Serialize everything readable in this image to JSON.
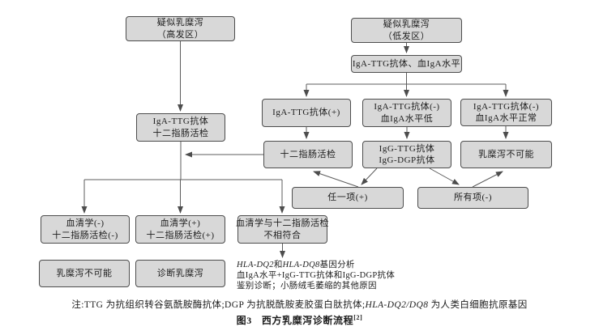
{
  "nodes": {
    "suspected_high": {
      "lines": [
        "疑似乳糜泻",
        "（高发区）"
      ]
    },
    "suspected_low": {
      "lines": [
        "疑似乳糜泻",
        "（低发区）"
      ]
    },
    "iga_test": {
      "lines": [
        "IgA-TTG抗体、血IgA水平"
      ]
    },
    "ttg_pos": {
      "lines": [
        "IgA-TTG抗体(+)"
      ]
    },
    "ttg_neg_low": {
      "lines": [
        "IgA-TTG抗体(-)",
        "血IgA水平低"
      ]
    },
    "ttg_neg_normal": {
      "lines": [
        "IgA-TTG抗体(-)",
        "血IgA水平正常"
      ]
    },
    "combined_test": {
      "lines": [
        "IgA-TTG抗体",
        "十二指肠活检"
      ]
    },
    "duodenal_biopsy": {
      "lines": [
        "十二指肠活检"
      ]
    },
    "igg_tests": {
      "lines": [
        "IgG-TTG抗体",
        "IgG-DGP抗体"
      ]
    },
    "cd_not_possible_right": {
      "lines": [
        "乳糜泻不可能"
      ]
    },
    "any_positive": {
      "lines": [
        "任一项(+)"
      ]
    },
    "all_negative": {
      "lines": [
        "所有项(-)"
      ]
    },
    "sero_neg_biopsy_neg": {
      "lines": [
        "血清学(-)",
        "十二指肠活检(-)"
      ]
    },
    "sero_pos_biopsy_pos": {
      "lines": [
        "血清学(+)",
        "十二指肠活检(+)"
      ]
    },
    "sero_biopsy_mismatch": {
      "lines": [
        "血清学与十二指肠活检",
        "不相符合"
      ]
    },
    "cd_not_possible_left": {
      "lines": [
        "乳糜泻不可能"
      ]
    },
    "cd_diagnosed": {
      "lines": [
        "诊断乳糜泻"
      ]
    }
  },
  "followup": {
    "line1_italic1": "HLA-DQ2",
    "line1_mid": "和",
    "line1_italic2": "HLA-DQ8",
    "line1_suffix": "基因分析",
    "line2": "血IgA水平+IgG-TTG抗体和IgG-DGP抗体",
    "line3": "鉴别诊断；小肠绒毛萎缩的其他原因"
  },
  "note": {
    "prefix": "注:TTG 为抗组织转谷氨酰胺酶抗体;DGP 为抗脱酰胺麦胶蛋白肽抗体;",
    "italic": "HLA-DQ2/DQ8",
    "suffix": " 为人类白细胞抗原基因"
  },
  "caption": {
    "label": "图3",
    "title": "西方乳糜泻诊断流程",
    "ref": "[2]"
  },
  "colors": {
    "node_fill": "#d8d8d8",
    "node_border": "#4d4d4d",
    "connector": "#5c5c5c"
  }
}
